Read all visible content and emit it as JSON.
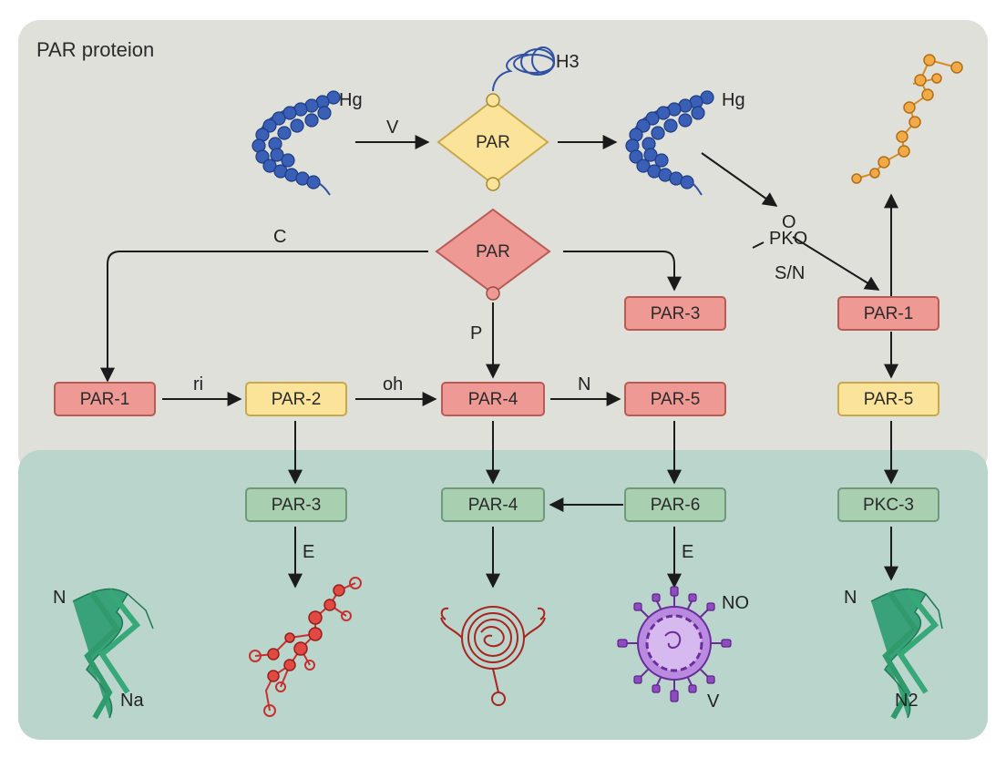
{
  "diagram": {
    "title": "PAR proteion",
    "colors": {
      "upper_panel": "#dfe0da",
      "lower_panel": "#b9d5cc",
      "red_fill": "#ef9994",
      "red_stroke": "#b85b55",
      "yellow_fill": "#fbe49a",
      "yellow_stroke": "#c8a84a",
      "green_fill": "#a9cfb1",
      "green_stroke": "#6f9a77",
      "blue_protein": "#2f52a3",
      "orange_protein": "#d98b28",
      "red_protein": "#c6312d",
      "purple_protein": "#7b3fa7",
      "teal_protein": "#2f9a6b"
    },
    "diamonds": {
      "top": "PAR",
      "middle": "PAR"
    },
    "nodes": {
      "par1_left": "PAR-1",
      "par2": "PAR-2",
      "par4_mid": "PAR-4",
      "par5_mid": "PAR-5",
      "par3_upper": "PAR-3",
      "par1_right": "PAR-1",
      "par5_right": "PAR-5",
      "par3_lower": "PAR-3",
      "par4_lower": "PAR-4",
      "par6": "PAR-6",
      "pkc3": "PKC-3"
    },
    "edge_labels": {
      "v": "V",
      "c": "C",
      "p": "P",
      "ri": "ri",
      "oh": "oh",
      "n": "N",
      "pko": "PKO",
      "pko_circle": "O",
      "sn": "S/N",
      "e_left": "E",
      "e_right": "E"
    },
    "annotations": {
      "h3": "H3",
      "hg_left": "Hg",
      "hg_right": "Hg",
      "n_left": "N",
      "na": "Na",
      "no": "NO",
      "v_bottom": "V",
      "n_right": "N",
      "n2": "N2"
    },
    "icons": [
      "blue-coil-protein-icon",
      "orange-chain-protein-icon",
      "red-branched-protein-icon",
      "red-globular-protein-icon",
      "purple-virus-protein-icon",
      "teal-beta-sheet-protein-icon"
    ]
  }
}
